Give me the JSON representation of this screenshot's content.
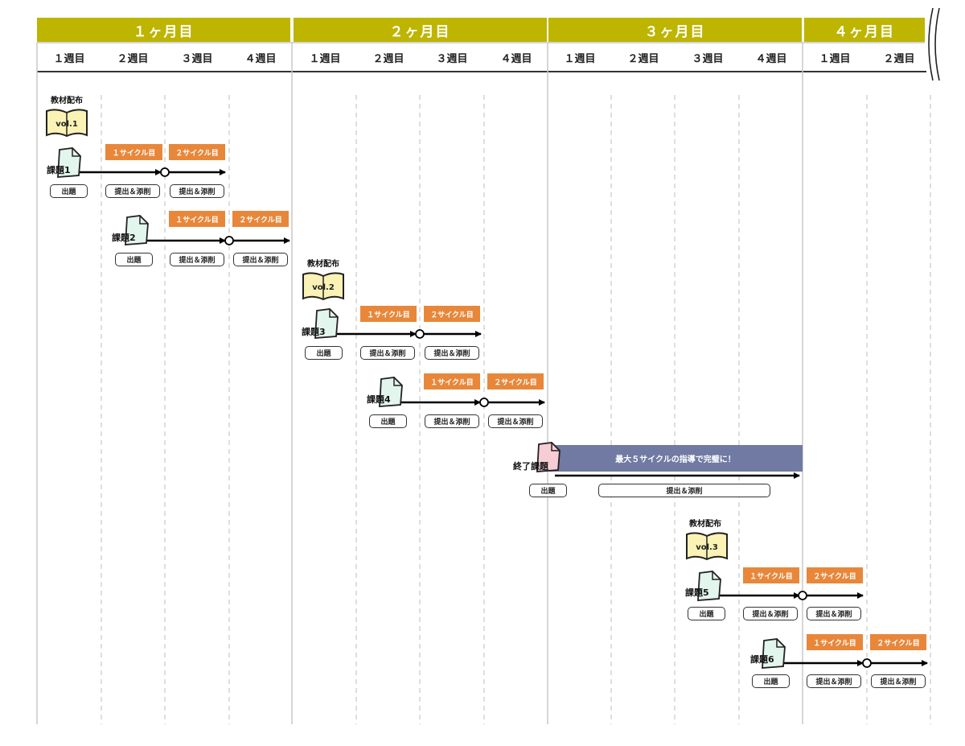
{
  "months": [
    {
      "label": "１ヶ月目"
    },
    {
      "label": "２ヶ月目"
    },
    {
      "label": "３ヶ月目"
    },
    {
      "label": "４ヶ月目"
    }
  ],
  "weeks": [
    "１週目",
    "２週目",
    "３週目",
    "４週目",
    "１週目",
    "２週目",
    "３週目",
    "４週目",
    "１週目",
    "２週目",
    "３週目",
    "４週目",
    "１週目",
    "２週目"
  ],
  "distributions": [
    {
      "label": "教材配布",
      "volume": "vol.1"
    },
    {
      "label": "教材配布",
      "volume": "vol.2"
    },
    {
      "label": "教材配布",
      "volume": "vol.3"
    }
  ],
  "tasks": [
    {
      "label": "課題1"
    },
    {
      "label": "課題2"
    },
    {
      "label": "課題3"
    },
    {
      "label": "課題4"
    },
    {
      "label": "課題5"
    },
    {
      "label": "課題6"
    }
  ],
  "final_task": {
    "label": "終了課題",
    "banner": "最大５サイクルの指導で完璧に！"
  },
  "labels": {
    "cycle1": "１サイクル目",
    "cycle2": "２サイクル目",
    "assign": "出題",
    "submit": "提出＆添削"
  },
  "colors": {
    "month_header": "#bdb500",
    "cycle_tag": "#e8873a",
    "final_band": "#707aa2",
    "task_doc": "#e3f6ee",
    "final_doc": "#f6cdd4",
    "book": "#fbf3b5"
  }
}
